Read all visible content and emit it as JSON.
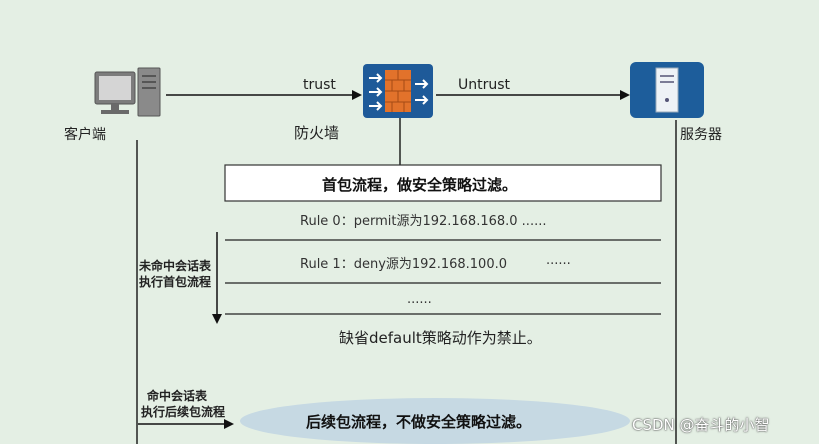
{
  "diagram": {
    "client_label": "客户端",
    "firewall_label": "防火墙",
    "server_label": "服务器",
    "trust_label": "trust",
    "untrust_label": "Untrust",
    "first_packet_box": "首包流程，做安全策略过滤。",
    "rule0": "Rule 0：permit源为192.168.168.0 ......",
    "rule1_prefix": "Rule 1：deny源为192.168.100.0",
    "rule1_suffix": "......",
    "ellipsis": "......",
    "default_action": "缺省default策略动作为禁止。",
    "miss_session_line1": "未命中会话表",
    "miss_session_line2": "执行首包流程",
    "hit_session_line1": "命中会话表",
    "hit_session_line2": "执行后续包流程",
    "subsequent_packet": "后续包流程，不做安全策略过滤。",
    "watermark": "CSDN @奋斗的小智",
    "colors": {
      "background": "#e4efe4",
      "firewall_blue": "#1e5a99",
      "brick": "#e2722b",
      "server_blue": "#1d5d9b",
      "ellipse": "#c6d9e3"
    }
  }
}
